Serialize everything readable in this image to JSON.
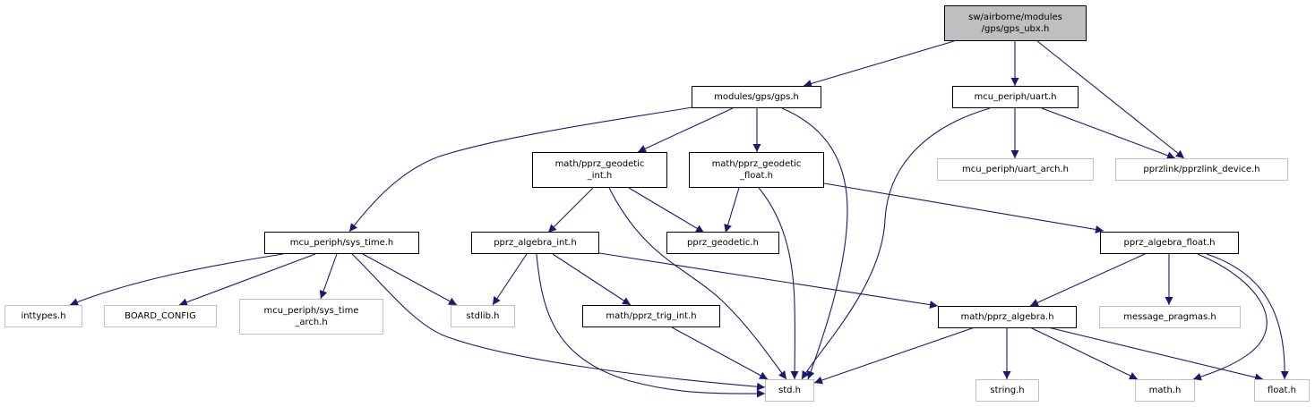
{
  "graph": {
    "edge_color": "#191970",
    "root_fill": "#bfbfbf",
    "nodes": {
      "root": {
        "line1": "sw/airborne/modules",
        "line2": "/gps/gps_ubx.h"
      },
      "gps": {
        "label": "modules/gps/gps.h"
      },
      "uart": {
        "label": "mcu_periph/uart.h"
      },
      "uart_arch": {
        "label": "mcu_periph/uart_arch.h"
      },
      "pprzlink_device": {
        "label": "pprzlink/pprzlink_device.h"
      },
      "geodetic_int": {
        "line1": "math/pprz_geodetic",
        "line2": "_int.h"
      },
      "geodetic_float": {
        "line1": "math/pprz_geodetic",
        "line2": "_float.h"
      },
      "sys_time": {
        "label": "mcu_periph/sys_time.h"
      },
      "algebra_int": {
        "label": "pprz_algebra_int.h"
      },
      "pprz_geodetic": {
        "label": "pprz_geodetic.h"
      },
      "algebra_float": {
        "label": "pprz_algebra_float.h"
      },
      "inttypes": {
        "label": "inttypes.h"
      },
      "board_config": {
        "label": "BOARD_CONFIG"
      },
      "sys_time_arch": {
        "line1": "mcu_periph/sys_time",
        "line2": "_arch.h"
      },
      "stdlib": {
        "label": "stdlib.h"
      },
      "trig_int": {
        "label": "math/pprz_trig_int.h"
      },
      "algebra": {
        "label": "math/pprz_algebra.h"
      },
      "message_pragmas": {
        "label": "message_pragmas.h"
      },
      "std": {
        "label": "std.h"
      },
      "string": {
        "label": "string.h"
      },
      "math": {
        "label": "math.h"
      },
      "float": {
        "label": "float.h"
      }
    }
  }
}
